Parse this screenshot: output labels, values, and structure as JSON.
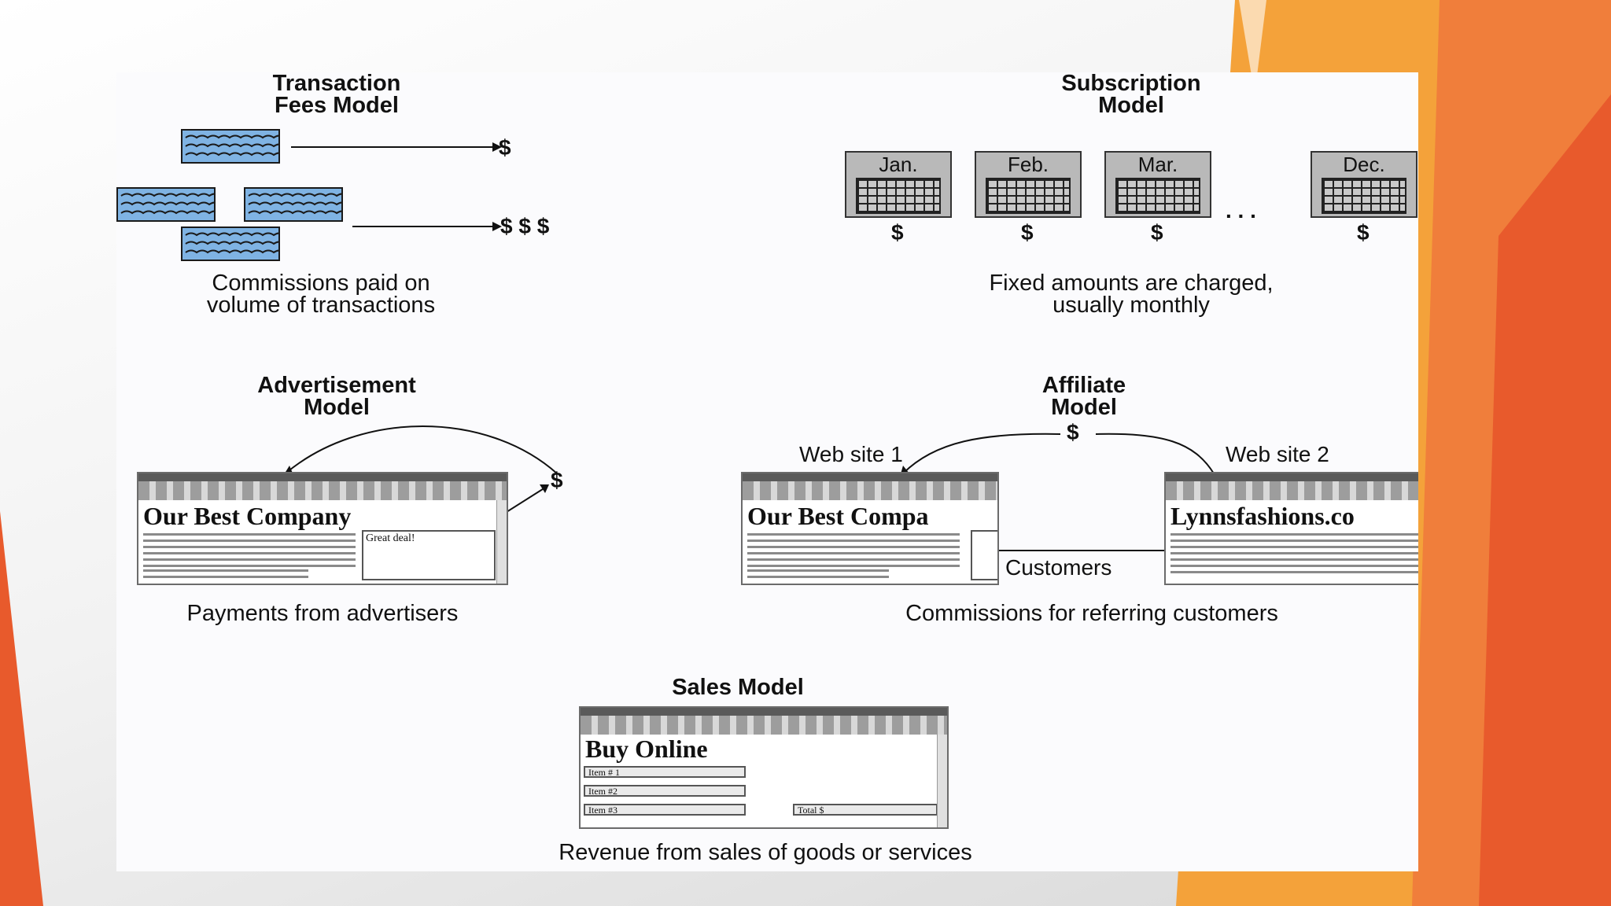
{
  "slide": {
    "accent_colors": [
      "#e85a2c",
      "#f4a23a",
      "#f07e3b"
    ]
  },
  "transaction": {
    "title": "Transaction\nFees Model",
    "single_amount": "$",
    "multi_amount": "$ $ $",
    "caption": "Commissions paid on\nvolume of transactions",
    "ticket_color": "#7fb3e3"
  },
  "subscription": {
    "title": "Subscription\nModel",
    "months": [
      "Jan.",
      "Feb.",
      "Mar.",
      "Dec."
    ],
    "ellipsis": ". . .",
    "amount": "$",
    "caption": "Fixed amounts are charged,\nusually monthly"
  },
  "advertisement": {
    "title": "Advertisement\nModel",
    "page_heading": "Our Best Company",
    "popup_text": "Great deal!",
    "amount": "$",
    "caption": "Payments from advertisers"
  },
  "affiliate": {
    "title": "Affiliate\nModel",
    "amount": "$",
    "site1_label": "Web site 1",
    "site2_label": "Web site 2",
    "site1_heading": "Our Best Compa",
    "site2_heading": "Lynnsfashions.co",
    "customers_label": "Customers",
    "caption": "Commissions for referring customers"
  },
  "sales": {
    "title": "Sales Model",
    "page_heading": "Buy Online",
    "items": [
      "Item # 1",
      "Item #2",
      "Item #3"
    ],
    "total": "Total $",
    "caption": "Revenue from sales of goods or services"
  }
}
